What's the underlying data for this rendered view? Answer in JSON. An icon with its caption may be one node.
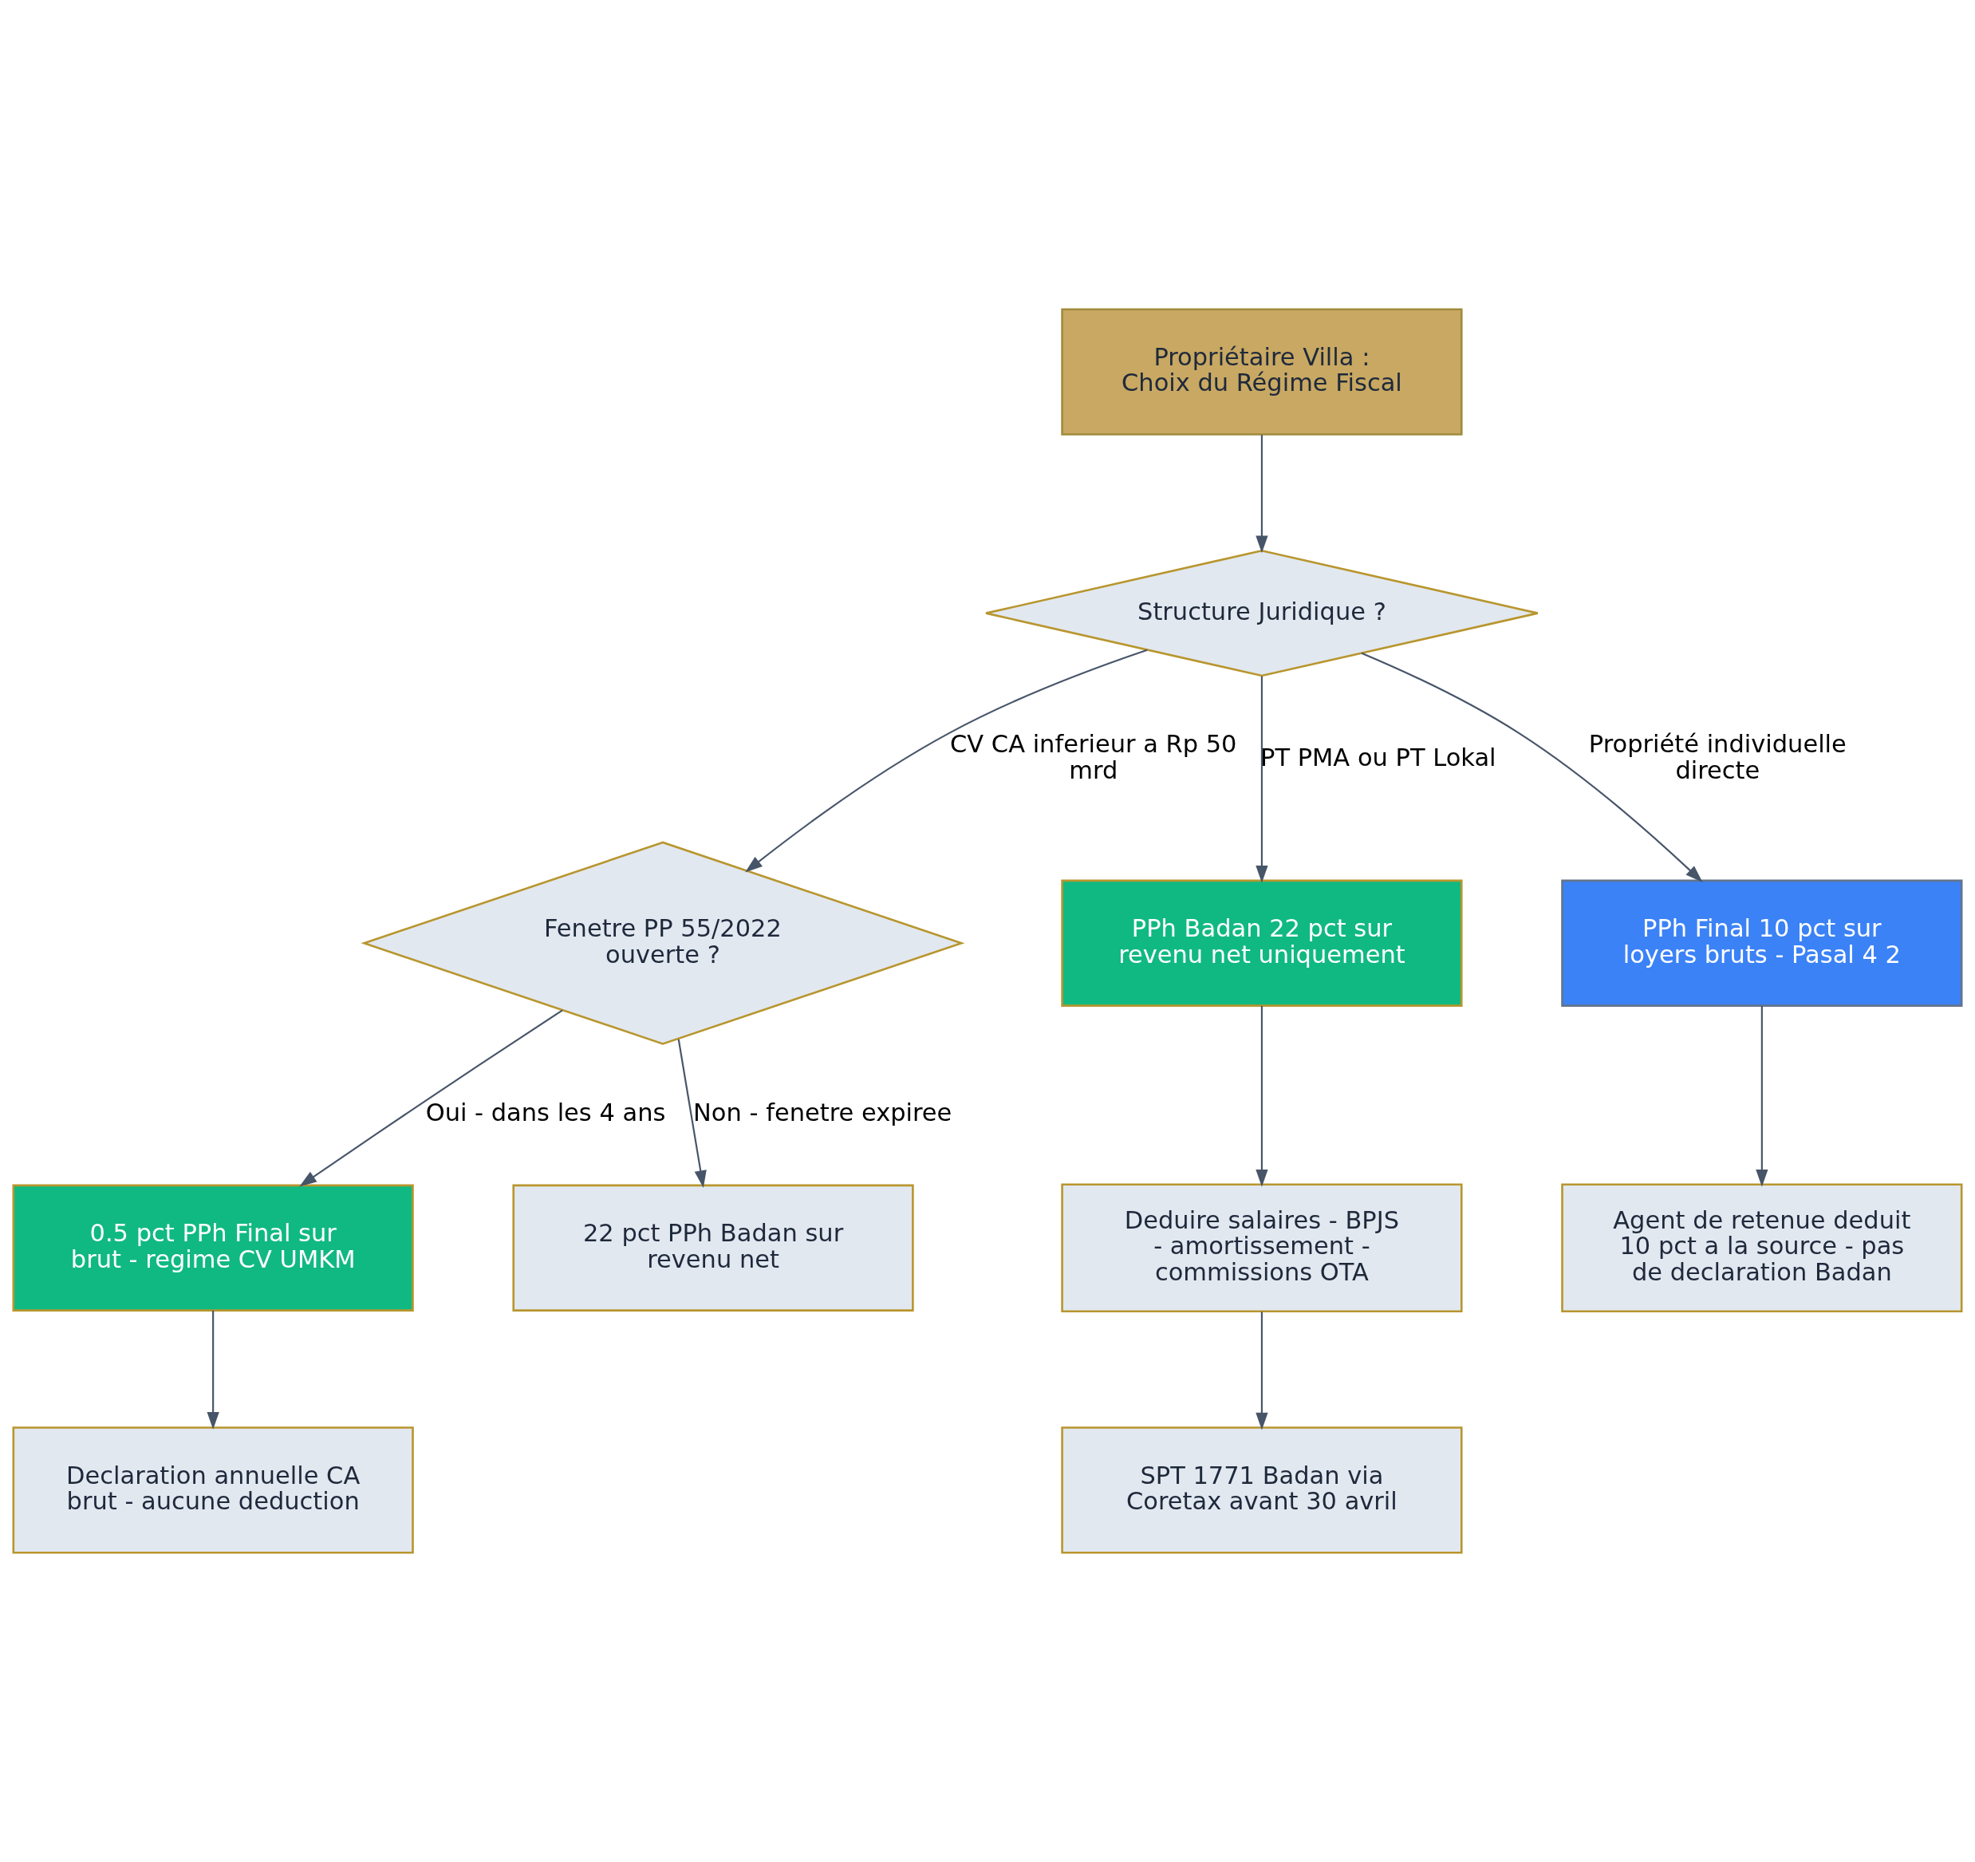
{
  "diagram": {
    "nodes": [
      {
        "text": [
          "Propriétaire Villa : Choix du Régime Fiscal"
        ]
      },
      {
        "text": [
          "Structure Juridique ?"
        ]
      },
      {
        "text": [
          "Fenetre PP 55/2022 ouverte ?"
        ]
      },
      {
        "text": [
          "PPh Badan 22 pct sur revenu net uniquement"
        ]
      },
      {
        "text": [
          "PPh Final 10 pct sur loyers bruts - Pasal 4 2"
        ]
      },
      {
        "text": [
          "0.5 pct PPh Final sur brut - regime CV UMKM"
        ]
      },
      {
        "text": [
          "22 pct PPh Badan sur revenu net"
        ]
      },
      {
        "text": [
          "Deduire salaires - BPJS - amortissement - commissions OTA"
        ]
      },
      {
        "text": [
          "Agent de retenue deduit 10 pct a la source - pas de declaration Badan"
        ]
      },
      {
        "text": [
          "Declaration annuelle CA brut - aucune deduction"
        ]
      },
      {
        "text": [
          "SPT 1771 Badan via Coretax avant 30 avril"
        ]
      }
    ],
    "edges": [
      {
        "from": 0,
        "to": 1,
        "arrow": "to"
      },
      {
        "from": 1,
        "to": 2,
        "arrow": "to",
        "label": "CV CA inferieur a Rp 50 mrd"
      },
      {
        "from": 1,
        "to": 3,
        "arrow": "to",
        "label": "PT PMA ou PT Lokal"
      },
      {
        "from": 1,
        "to": 4,
        "arrow": "to",
        "label": "Propriété individuelle directe"
      },
      {
        "from": 2,
        "to": 5,
        "arrow": "to",
        "label": "Oui - dans les 4 ans"
      },
      {
        "from": 2,
        "to": 6,
        "arrow": "to",
        "label": "Non - fenetre expiree"
      },
      {
        "from": 3,
        "to": 7,
        "arrow": "to"
      },
      {
        "from": 4,
        "to": 8,
        "arrow": "to"
      },
      {
        "from": 5,
        "to": 9,
        "arrow": "to"
      },
      {
        "from": 7,
        "to": 10,
        "arrow": "to"
      }
    ]
  }
}
